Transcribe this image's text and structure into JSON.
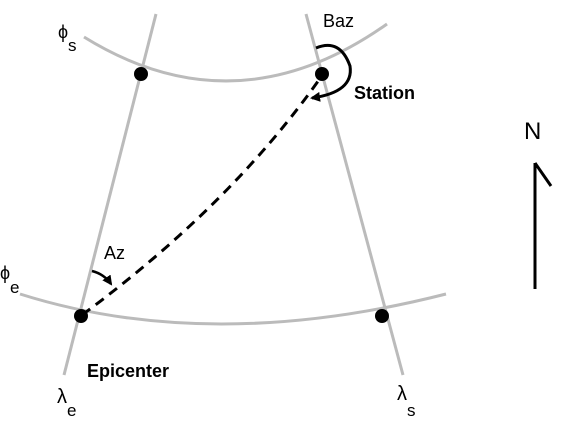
{
  "labels": {
    "phi": "ϕ",
    "lambda": "λ",
    "sub_s": "s",
    "sub_e": "e",
    "baz": "Baz",
    "az": "Az",
    "station": "Station",
    "epicenter": "Epicenter",
    "north": "N"
  },
  "colors": {
    "grid_line": "#bbbbbb",
    "ink": "#000000",
    "background": "#ffffff"
  }
}
